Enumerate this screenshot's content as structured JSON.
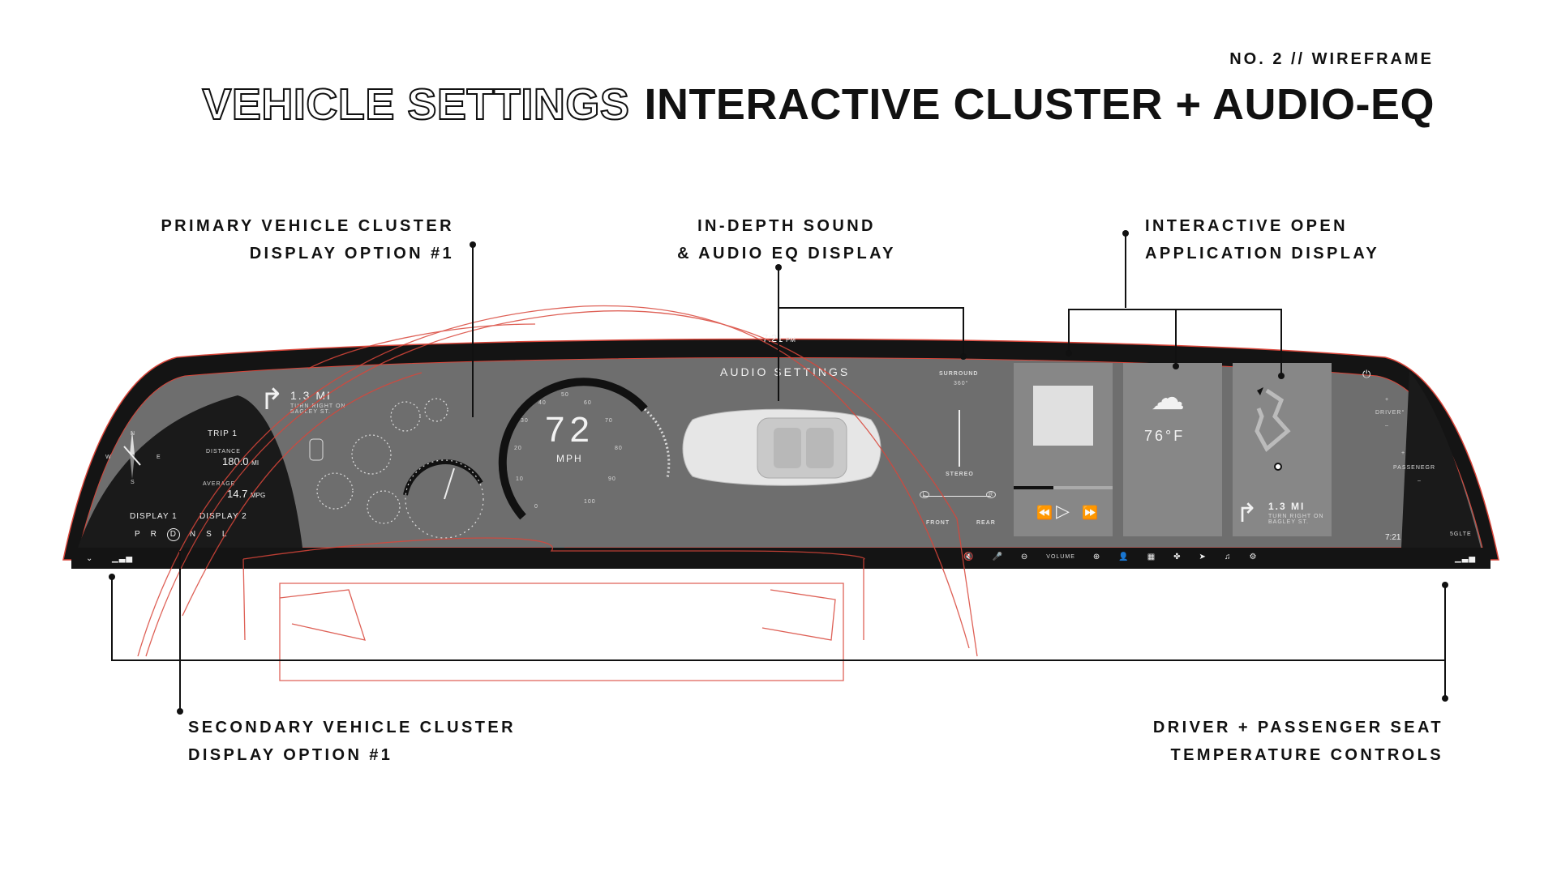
{
  "header": {
    "number": "NO. 2  // WIREFRAME",
    "title_outline": "VEHICLE SETTINGS",
    "title_solid": "INTERACTIVE CLUSTER + AUDIO-EQ"
  },
  "callouts": {
    "primary": [
      "PRIMARY VEHICLE CLUSTER",
      "DISPLAY OPTION #1"
    ],
    "sound": [
      "IN-DEPTH SOUND",
      "& AUDIO EQ DISPLAY"
    ],
    "app": [
      "INTERACTIVE OPEN",
      "APPLICATION DISPLAY"
    ],
    "secondary": [
      "SECONDARY VEHICLE CLUSTER",
      "DISPLAY OPTION #1"
    ],
    "seat": [
      "DRIVER + PASSENGER SEAT",
      "TEMPERATURE CONTROLS"
    ]
  },
  "display": {
    "clock": "7:21",
    "clock_suffix": "PM",
    "nav": {
      "distance": "1.3 MI",
      "instruction": "TURN RIGHT ON BAGLEY ST."
    },
    "trip": {
      "label": "TRIP 1",
      "distance_label": "DISTANCE",
      "distance_value": "180.0",
      "distance_unit": "MI",
      "average_label": "AVERAGE",
      "average_value": "14.7",
      "average_unit": "MPG",
      "display_tabs": [
        "DISPLAY 1",
        "DISPLAY 2"
      ],
      "gears": [
        "P",
        "R",
        "D",
        "N",
        "S",
        "L"
      ],
      "selected_gear": "D"
    },
    "compass": {
      "n": "N",
      "s": "S",
      "e": "E",
      "w": "W"
    },
    "speed": {
      "value": "72",
      "unit": "MPH",
      "ticks": [
        "0",
        "10",
        "20",
        "30",
        "40",
        "50",
        "60",
        "70",
        "80",
        "90",
        "100"
      ]
    },
    "audio": {
      "title": "AUDIO SETTINGS",
      "surround": "SURROUND",
      "surround_deg": "360°",
      "stereo": "STEREO",
      "left": "L",
      "right": "R",
      "front": "FRONT",
      "rear": "REAR"
    },
    "apps": {
      "weather_temp": "76°F",
      "nav_distance": "1.3 MI",
      "nav_instruction": "TURN RIGHT ON BAGLEY ST.",
      "media_progress": 0.4
    },
    "seats": {
      "driver": "DRIVER°",
      "passenger": "PASSENEGR",
      "clock": "7:21",
      "network": "5GLTE"
    },
    "bottom_bar": {
      "volume_label": "VOLUME"
    }
  },
  "colors": {
    "accent_red": "#d9463a",
    "screen": "#6e6e6e",
    "bezel": "#141414"
  }
}
